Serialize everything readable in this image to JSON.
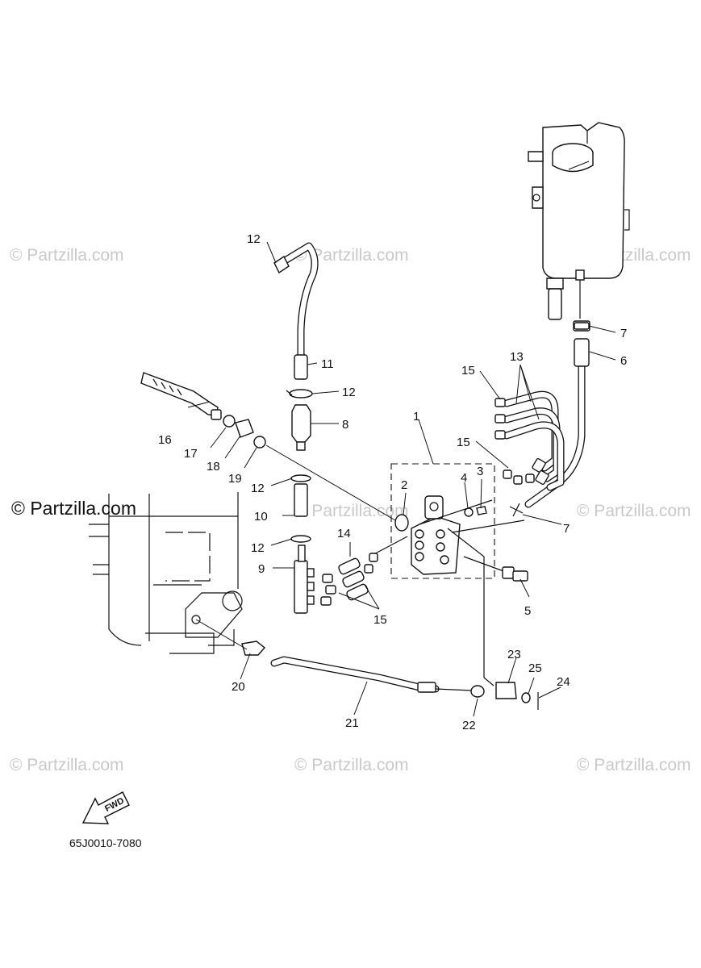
{
  "watermark": {
    "text": "© Partzilla.com",
    "brand_text": "© Partzilla.com"
  },
  "diagram": {
    "code": "65J0010-7080",
    "fwd_label": "FWD",
    "callouts": [
      {
        "id": "c1",
        "label": "1"
      },
      {
        "id": "c2",
        "label": "2"
      },
      {
        "id": "c3",
        "label": "3"
      },
      {
        "id": "c4",
        "label": "4"
      },
      {
        "id": "c5",
        "label": "5"
      },
      {
        "id": "c6",
        "label": "6"
      },
      {
        "id": "c7a",
        "label": "7"
      },
      {
        "id": "c7b",
        "label": "7"
      },
      {
        "id": "c8",
        "label": "8"
      },
      {
        "id": "c9",
        "label": "9"
      },
      {
        "id": "c10",
        "label": "10"
      },
      {
        "id": "c11",
        "label": "11"
      },
      {
        "id": "c12a",
        "label": "12"
      },
      {
        "id": "c12b",
        "label": "12"
      },
      {
        "id": "c12c",
        "label": "12"
      },
      {
        "id": "c12d",
        "label": "12"
      },
      {
        "id": "c13",
        "label": "13"
      },
      {
        "id": "c14",
        "label": "14"
      },
      {
        "id": "c15a",
        "label": "15"
      },
      {
        "id": "c15b",
        "label": "15"
      },
      {
        "id": "c15c",
        "label": "15"
      },
      {
        "id": "c16",
        "label": "16"
      },
      {
        "id": "c17",
        "label": "17"
      },
      {
        "id": "c18",
        "label": "18"
      },
      {
        "id": "c19",
        "label": "19"
      },
      {
        "id": "c20",
        "label": "20"
      },
      {
        "id": "c21",
        "label": "21"
      },
      {
        "id": "c22",
        "label": "22"
      },
      {
        "id": "c23",
        "label": "23"
      },
      {
        "id": "c24",
        "label": "24"
      },
      {
        "id": "c25",
        "label": "25"
      }
    ]
  }
}
